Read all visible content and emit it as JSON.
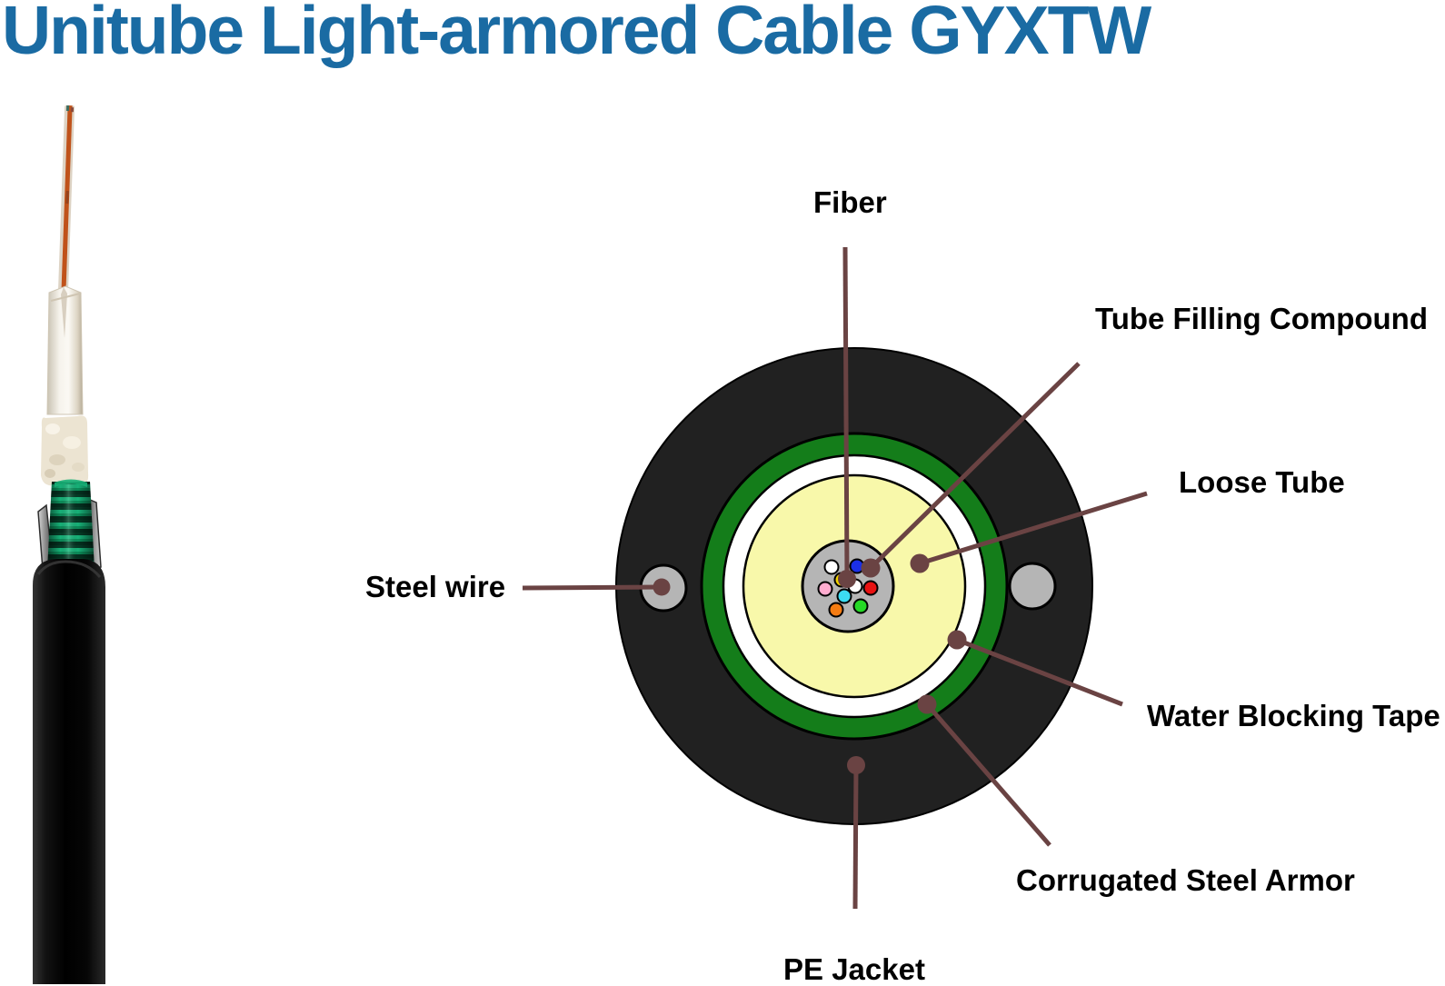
{
  "title": {
    "text": "Unitube Light-armored Cable GYXTW",
    "color": "#1a6ba3"
  },
  "cross_section": {
    "labels": {
      "fiber": "Fiber",
      "tube_filling_compound": "Tube Filling Compound",
      "loose_tube": "Loose Tube",
      "steel_wire": "Steel wire",
      "water_blocking_tape": "Water Blocking Tape",
      "corrugated_steel_armor": "Corrugated Steel Armor",
      "pe_jacket": "PE Jacket"
    },
    "colors": {
      "pe_jacket": "#212121",
      "corrugated_steel_armor": "#147d1a",
      "water_blocking_tape": "#ffffff",
      "loose_tube": "#f8f8aa",
      "tube_filling_compound": "#b5b5b5",
      "steel_wire": "#b5b5b5",
      "outline": "#000000",
      "leader": "#6a4343"
    },
    "fiber_colors": [
      "#ffffff",
      "#1b2fe8",
      "#f2d400",
      "#ffaccf",
      "#ffffff",
      "#e81212",
      "#3cdcf2",
      "#f57c12",
      "#25d825"
    ]
  },
  "photo": {
    "colors": {
      "fiber_strand": "#c0521a",
      "loose_tube": "#f6f3ec",
      "water_blocking_yarn": "#ece4d2",
      "armor_green": "#0c8a58",
      "steel_wire": "#9a9a9a",
      "pe_jacket": "#0b0b0b"
    }
  }
}
